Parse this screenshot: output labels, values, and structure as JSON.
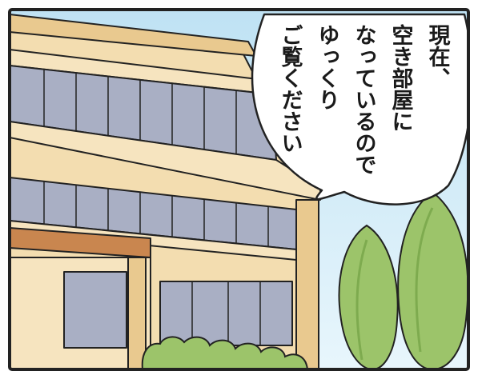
{
  "speech_bubble": {
    "lines": [
      "現在、",
      "空き部屋に",
      "なっているので",
      "ゆっくり",
      "ご覧ください"
    ]
  },
  "colors": {
    "sky_top": "#bfe2f4",
    "sky_bottom": "#e8f6fc",
    "wall": "#f3ddb0",
    "wall_shade": "#e9c98f",
    "window": "#a9afc4",
    "roof": "#c9864f",
    "tree": "#9cc46a",
    "tree_dark": "#7eab4f",
    "outline": "#222222"
  }
}
